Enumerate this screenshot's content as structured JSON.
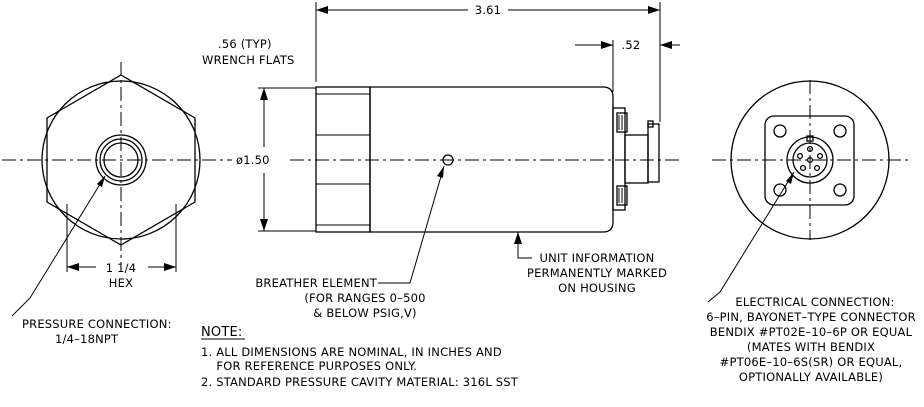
{
  "dimensions": {
    "overall_length": "3.61",
    "connector_length": ".52",
    "wrench_flats_line1": ".56 (TYP)",
    "wrench_flats_line2": "WRENCH FLATS",
    "diameter": "ø1.50",
    "hex_size": "1 1/4",
    "hex_label": "HEX"
  },
  "callouts": {
    "pressure_connection": [
      "PRESSURE CONNECTION:",
      "1/4–18NPT"
    ],
    "breather_element": [
      "BREATHER ELEMENT",
      "(FOR RANGES 0–500",
      "& BELOW PSIG,V)"
    ],
    "unit_information": [
      "UNIT INFORMATION",
      "PERMANENTLY MARKED",
      "ON HOUSING"
    ],
    "electrical_connection": [
      "ELECTRICAL CONNECTION:",
      "6–PIN, BAYONET–TYPE CONNECTOR",
      "BENDIX #PT02E–10–6P OR EQUAL",
      "(MATES WITH BENDIX",
      "#PT06E–10–6S(SR) OR EQUAL,",
      "OPTIONALLY AVAILABLE)"
    ]
  },
  "notes": {
    "heading": "NOTE:",
    "items": [
      "1. ALL DIMENSIONS ARE NOMINAL, IN INCHES AND",
      "    FOR REFERENCE PURPOSES ONLY.",
      "2. STANDARD PRESSURE CAVITY MATERIAL: 316L SST"
    ]
  }
}
